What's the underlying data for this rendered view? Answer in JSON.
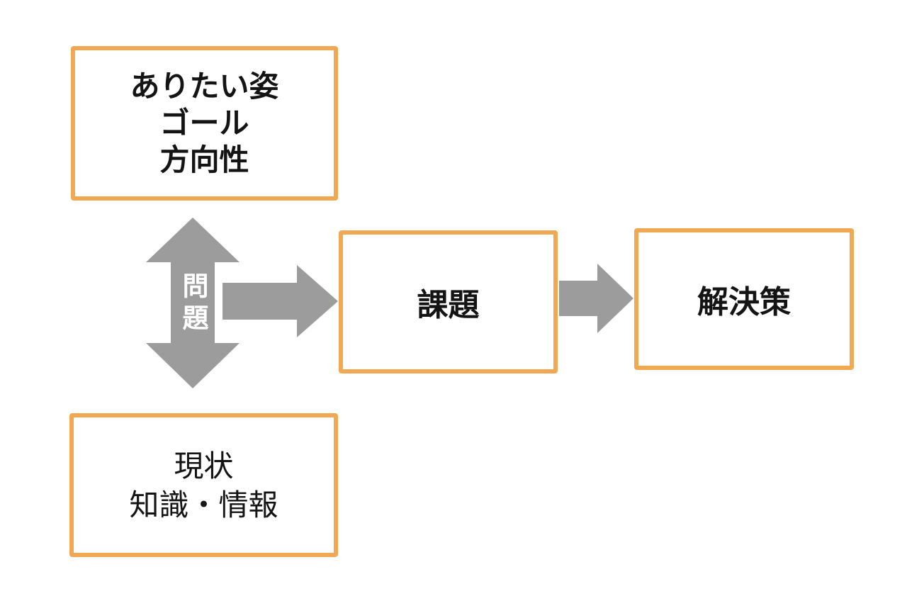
{
  "boxes": {
    "goal": {
      "line1": "ありたい姿",
      "line2": "ゴール",
      "line3": "方向性"
    },
    "current": {
      "line1": "現状",
      "line2": "知識・情報"
    },
    "issue": {
      "label": "課題"
    },
    "solution": {
      "label": "解決策"
    }
  },
  "arrow_label": {
    "text": "問題"
  },
  "colors": {
    "box_border": "#F0A952",
    "arrow_fill": "#9C9C9C",
    "text": "#141414",
    "arrow_label_text": "#FFFFFF",
    "background": "#FFFFFF"
  }
}
